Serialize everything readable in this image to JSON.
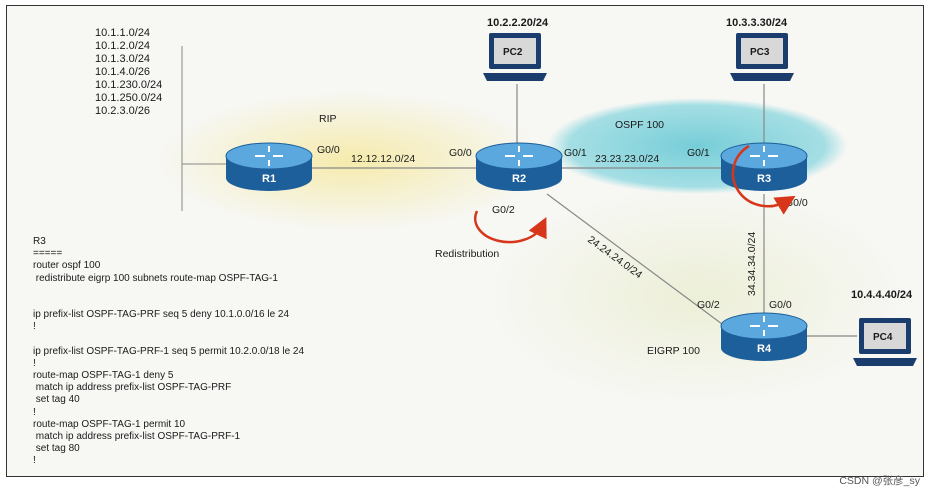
{
  "networks_r1": [
    "10.1.1.0/24",
    "10.1.2.0/24",
    "10.1.3.0/24",
    "10.1.4.0/26",
    "10.1.230.0/24",
    "10.1.250.0/24",
    "10.2.3.0/26"
  ],
  "areas": {
    "rip": "RIP",
    "ospf": "OSPF 100",
    "eigrp": "EIGRP 100"
  },
  "routers": {
    "r1": "R1",
    "r2": "R2",
    "r3": "R3",
    "r4": "R4"
  },
  "pcs": {
    "pc2": {
      "name": "PC2",
      "ip": "10.2.2.20/24"
    },
    "pc3": {
      "name": "PC3",
      "ip": "10.3.3.30/24"
    },
    "pc4": {
      "name": "PC4",
      "ip": "10.4.4.40/24"
    }
  },
  "interfaces": {
    "r1_g00": "G0/0",
    "r2_g00": "G0/0",
    "r2_g01": "G0/1",
    "r2_g02": "G0/2",
    "r3_g01": "G0/1",
    "r3_g00": "G0/0",
    "r4_g02": "G0/2",
    "r4_g00": "G0/0"
  },
  "links": {
    "r1_r2": "12.12.12.0/24",
    "r2_r3": "23.23.23.0/24",
    "r2_r4": "24.24.24.0/24",
    "r3_r4": "34.34.34.0/24"
  },
  "redistribution_label": "Redistribution",
  "config_lines": [
    "R3",
    "=====",
    "router ospf 100",
    " redistribute eigrp 100 subnets route-map OSPF-TAG-1",
    "",
    "",
    "ip prefix-list OSPF-TAG-PRF seq 5 deny 10.1.0.0/16 le 24",
    "!",
    "",
    "ip prefix-list OSPF-TAG-PRF-1 seq 5 permit 10.2.0.0/18 le 24",
    "!",
    "route-map OSPF-TAG-1 deny 5",
    " match ip address prefix-list OSPF-TAG-PRF",
    " set tag 40",
    "!",
    "route-map OSPF-TAG-1 permit 10",
    " match ip address prefix-list OSPF-TAG-PRF-1",
    " set tag 80",
    "!"
  ],
  "watermark": "CSDN @张彦_sy",
  "colors": {
    "rip_area": "#f4ecb0",
    "ospf_area": "#7fd3dc",
    "eigrp_area": "#f0f0d8",
    "router_body": "#1f6fb0",
    "router_top": "#4a9fd8",
    "arrow": "#d8361a"
  }
}
